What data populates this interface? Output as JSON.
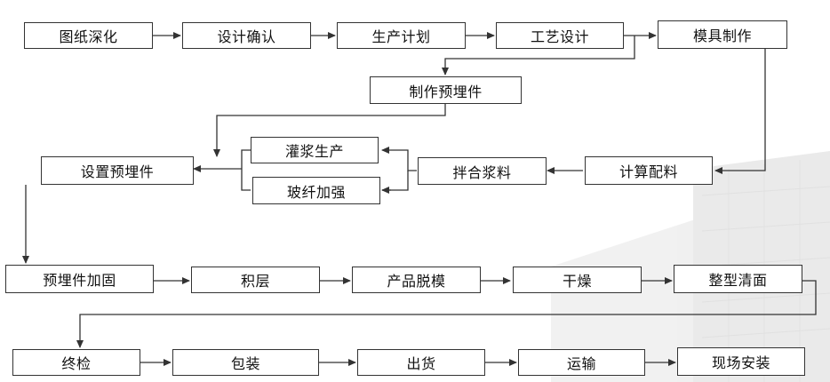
{
  "nodes": {
    "tuzhi": "图纸深化",
    "sheji_queren": "设计确认",
    "shengchan_jihua": "生产计划",
    "gongyi_sheji": "工艺设计",
    "moju_zhizuo": "模具制作",
    "zhizuo_yumaijian": "制作预埋件",
    "guanjiang_shengchan": "灌浆生产",
    "bolixian_jiaqiang": "玻纤加强",
    "shezhi_yumaijian": "设置预埋件",
    "banhe_jiangliao": "拌合浆料",
    "jisuan_peiliao": "计算配料",
    "yumaijian_jiagu": "预埋件加固",
    "jiceng": "积层",
    "chanpin_tuomo": "产品脱模",
    "ganzao": "干燥",
    "zhengxing_qingmian": "整型清面",
    "zhongjian": "终检",
    "baozhuang": "包装",
    "chuhuo": "出货",
    "yunshu": "运输",
    "xianchang_anzhuang": "现场安装"
  },
  "colors": {
    "border": "#333333",
    "line": "#333333",
    "text": "#111111",
    "watermark": "#c8c8c8"
  }
}
